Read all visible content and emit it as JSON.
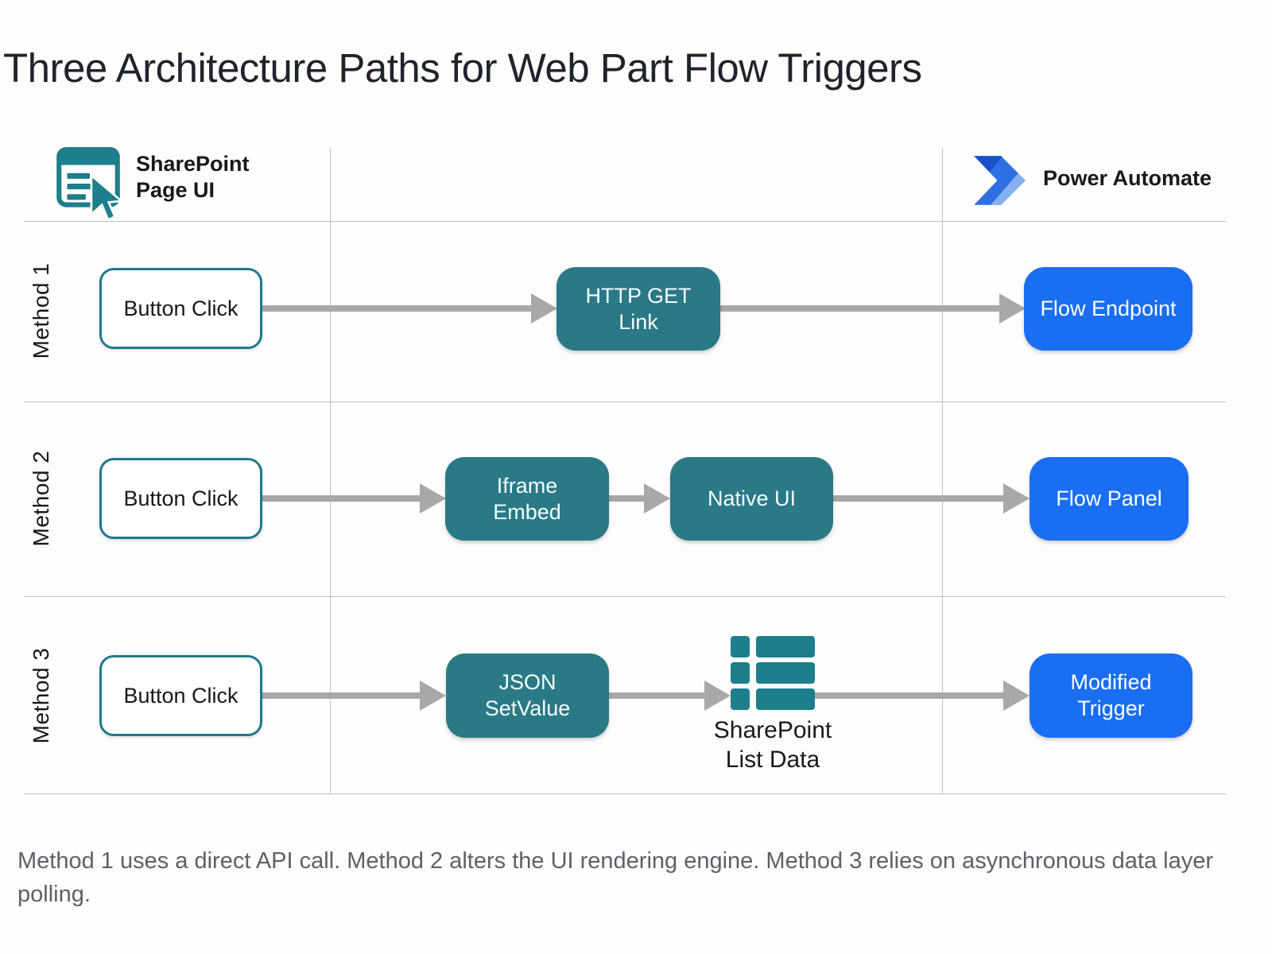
{
  "title": "Three Architecture Paths for Web Part Flow Triggers",
  "header": {
    "sharepoint_label": "SharePoint\nPage UI",
    "power_automate_label": "Power Automate"
  },
  "rows": [
    {
      "method": "Method 1",
      "nodes": {
        "button_click": "Button Click",
        "http_get_link": "HTTP GET\nLink",
        "flow_endpoint": "Flow Endpoint"
      }
    },
    {
      "method": "Method 2",
      "nodes": {
        "button_click": "Button Click",
        "iframe_embed": "Iframe\nEmbed",
        "native_ui": "Native UI",
        "flow_panel": "Flow Panel"
      }
    },
    {
      "method": "Method 3",
      "nodes": {
        "button_click": "Button Click",
        "json_setvalue": "JSON\nSetValue",
        "sharepoint_list_data": "SharePoint\nList Data",
        "modified_trigger": "Modified\nTrigger"
      }
    }
  ],
  "caption": "Method 1 uses a direct API call. Method 2 alters the UI rendering engine. Method 3 relies on asynchronous data layer polling.",
  "icons": {
    "sharepoint_page": "sharepoint-page-icon",
    "power_automate": "power-automate-icon",
    "sharepoint_list": "sharepoint-list-icon",
    "cursor": "cursor-icon",
    "arrow": "flow-arrow"
  },
  "colors": {
    "teal": "#2a7987",
    "teal-icon": "#1d7e8c",
    "teal-border": "#20798b",
    "blue": "#1a6ef2",
    "arrow": "#a8a8a8",
    "grid": "#c0c0c0",
    "title-text": "#1f232a",
    "caption-text": "#5c6167",
    "label-text": "#17191c",
    "pa-dark": "#1952c8",
    "pa-mid": "#2e6fe3",
    "pa-light": "#85aff1"
  }
}
